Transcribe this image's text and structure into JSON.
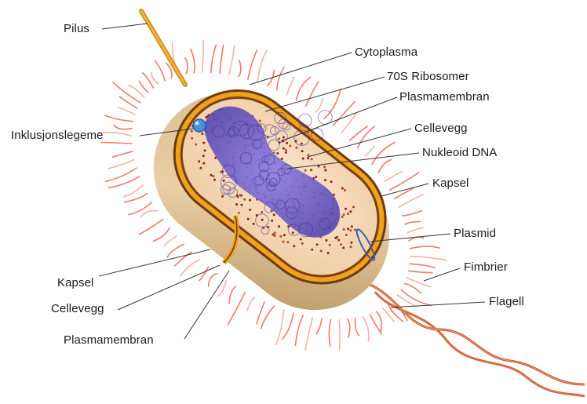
{
  "diagram": {
    "labels": {
      "pilus": "Pilus",
      "cytoplasma": "Cytoplasma",
      "ribosomer": "70S Ribosomer",
      "plasmamembran_top": "Plasmamembran",
      "inklusjonslegeme": "Inklusjonslegeme",
      "cellevegg_top": "Cellevegg",
      "nukleoid": "Nukleoid DNA",
      "kapsel_right": "Kapsel",
      "plasmid": "Plasmid",
      "fimbrier": "Fimbrier",
      "kapsel_left": "Kapsel",
      "cellevegg_left": "Cellevegg",
      "flagell": "Flagell",
      "plasmamembran_bottom": "Plasmamembran"
    },
    "colors": {
      "capsule": "#e9c9a0",
      "cell_wall": "#f0a21c",
      "cell_wall_dark": "#6b3a12",
      "cytoplasm": "#f6dcc0",
      "nucleoid": "#6a5bc8",
      "ribosome": "#8a2416",
      "fimbriae": "#f07a6a",
      "inclusion_body": "#4a8fe0",
      "leader": "#333333"
    }
  }
}
